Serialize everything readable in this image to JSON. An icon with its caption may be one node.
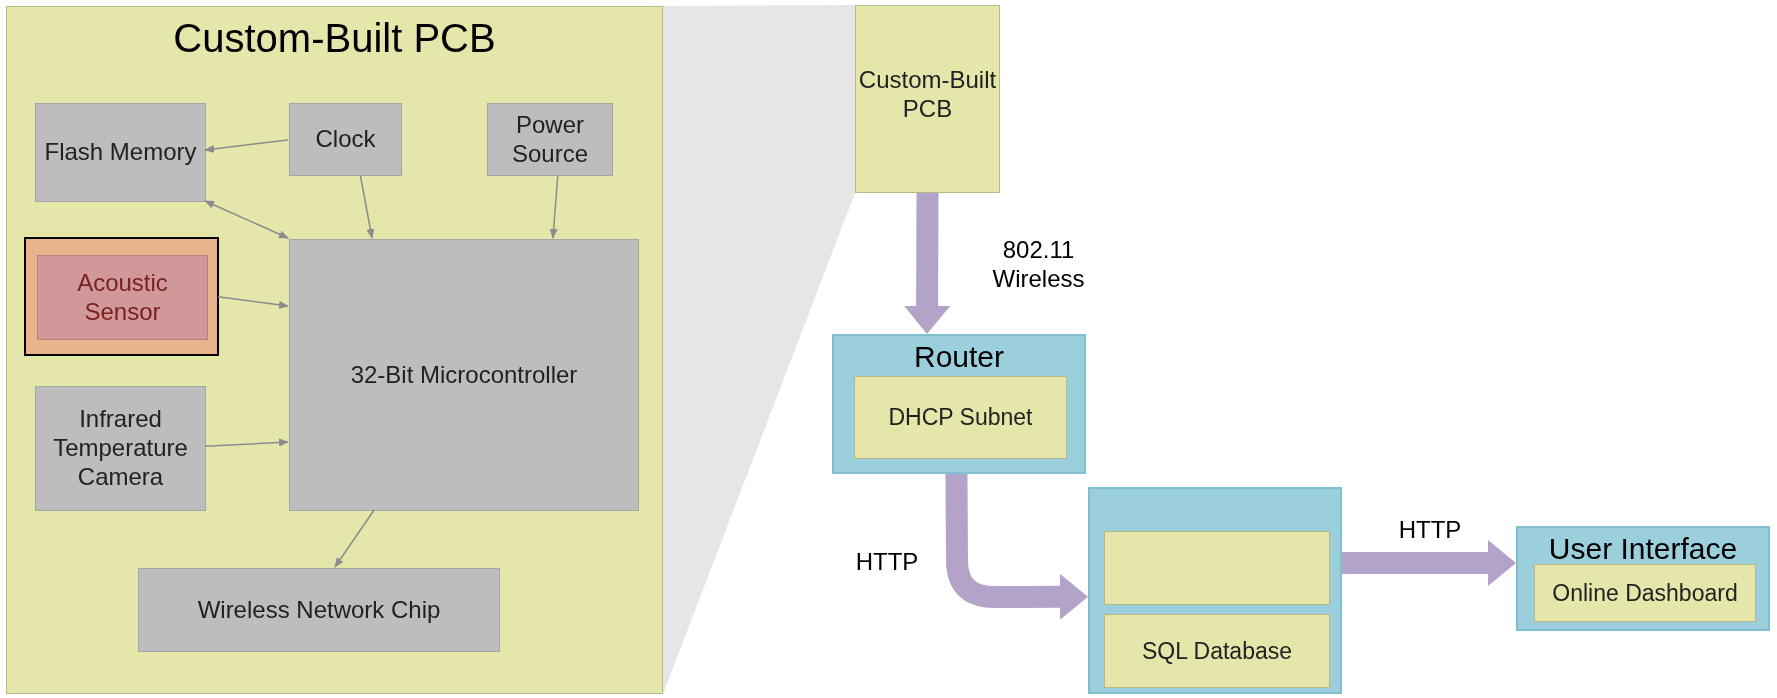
{
  "diagram": {
    "nodes": [
      {
        "text": [
          "Custom-Built PCB"
        ]
      },
      {
        "text": [
          "Flash Memory"
        ],
        "in": 0
      },
      {
        "text": [
          "Clock"
        ],
        "in": 0
      },
      {
        "text": [
          "Power Source"
        ],
        "in": 0
      },
      {
        "text": [],
        "shape": "box",
        "in": 0
      },
      {
        "text": [
          "Acoustic Sensor"
        ],
        "in": 4
      },
      {
        "text": [
          "Infrared Temperature Camera"
        ],
        "in": 0
      },
      {
        "text": [
          "32-Bit Microcontroller"
        ],
        "in": 0
      },
      {
        "text": [
          "Wireless Network Chip"
        ],
        "in": 0
      },
      {
        "text": [
          "Custom-Built PCB"
        ]
      },
      {
        "text": [
          "Router"
        ]
      },
      {
        "text": [
          "DHCP Subnet"
        ],
        "in": 10
      },
      {
        "text": [],
        "shape": "box"
      },
      {
        "text": [],
        "shape": "box",
        "in": 12
      },
      {
        "text": [
          "SQL Database"
        ],
        "in": 12
      },
      {
        "text": [
          "User Interface"
        ]
      },
      {
        "text": [
          "Online Dashboard"
        ],
        "in": 15
      }
    ],
    "edges": [
      {
        "from": 2,
        "to": 1,
        "arrow": "to"
      },
      {
        "from": 1,
        "to": 7,
        "arrow": "both"
      },
      {
        "from": 2,
        "to": 7,
        "arrow": "to"
      },
      {
        "from": 3,
        "to": 7,
        "arrow": "to"
      },
      {
        "from": 4,
        "to": 7,
        "arrow": "to"
      },
      {
        "from": 6,
        "to": 7,
        "arrow": "to"
      },
      {
        "from": 7,
        "to": 8,
        "arrow": "to"
      },
      {
        "from": 9,
        "to": 10,
        "arrow": "to",
        "label": "802.11 Wireless",
        "style": "thick",
        "color": "#b4a3c9"
      },
      {
        "from": 10,
        "to": 12,
        "arrow": "to",
        "label": "HTTP",
        "style": "thick",
        "color": "#b4a3c9"
      },
      {
        "from": 12,
        "to": 15,
        "arrow": "to",
        "label": "HTTP",
        "style": "thick",
        "color": "#b4a3c9"
      }
    ]
  }
}
